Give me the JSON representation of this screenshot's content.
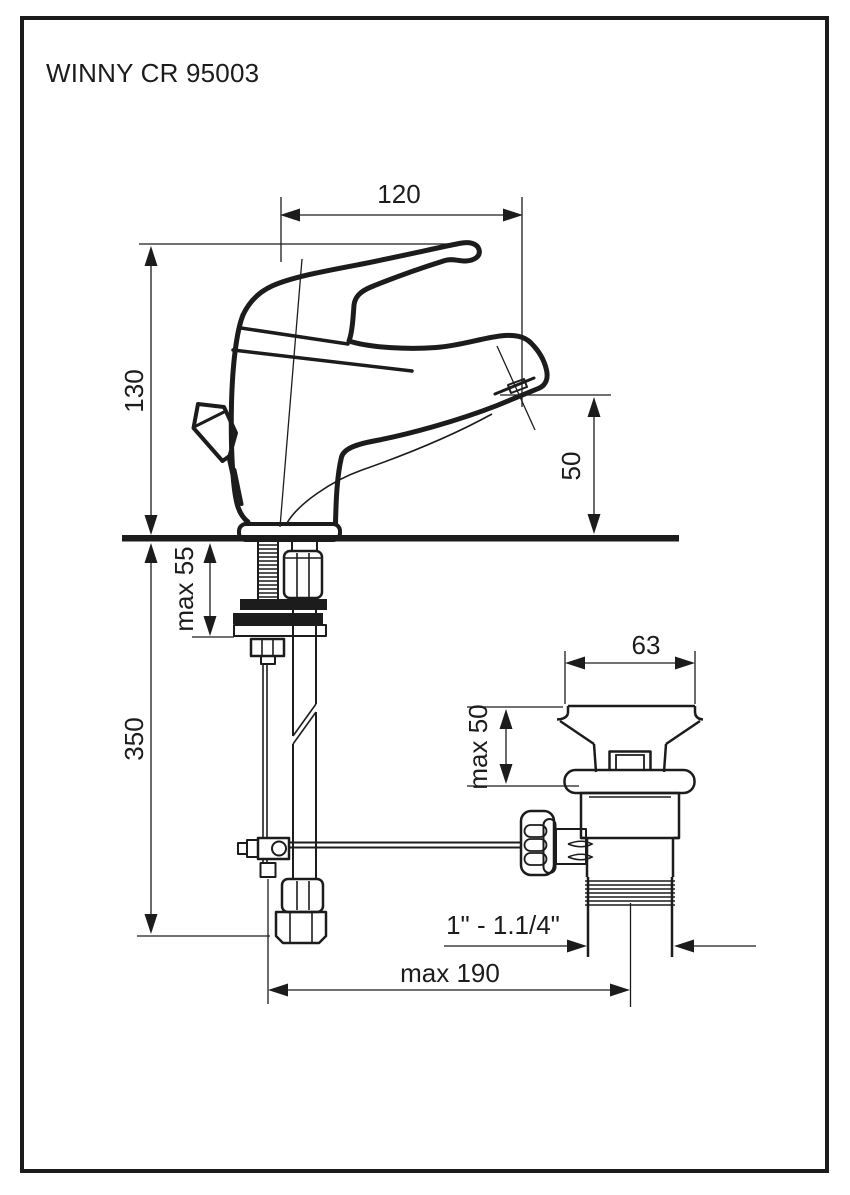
{
  "page": {
    "title": "WINNY CR 95003"
  },
  "colors": {
    "ink": "#1c1c1c",
    "paper": "#ffffff"
  },
  "dimensions": {
    "spout_reach": "120",
    "body_height": "130",
    "spout_height": "50",
    "deck_max": "max 55",
    "supply_length": "350",
    "drain_width": "63",
    "drain_depth": "max 50",
    "drain_thread": "1\" - 1.1/4\"",
    "reach_max": "max 190"
  }
}
